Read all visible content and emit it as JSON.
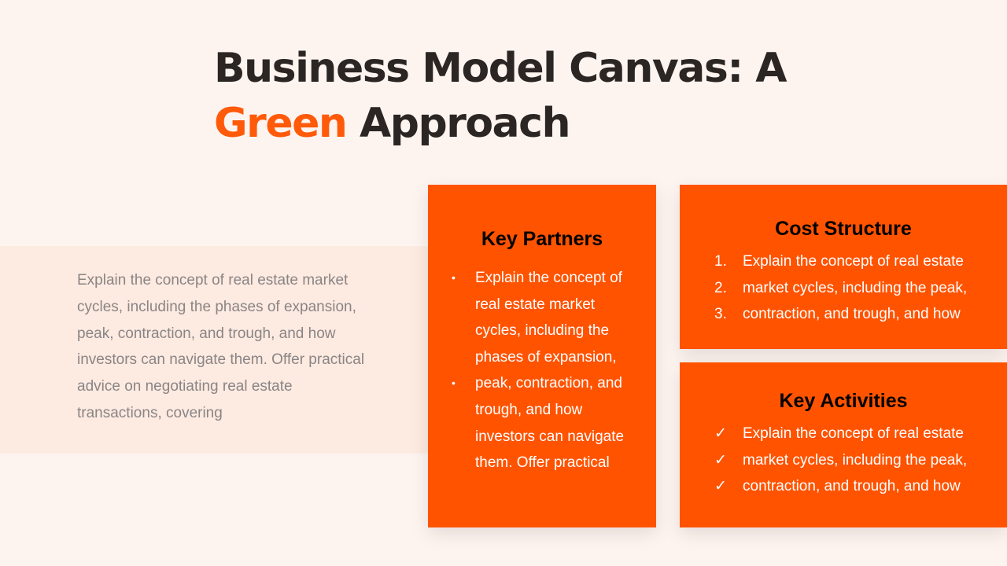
{
  "title": {
    "line1": "Business Model Canvas: A",
    "accent": "Green",
    "line2_rest": "Approach"
  },
  "intro": {
    "text": "Explain the concept of real estate market cycles, including the phases of expansion, peak, contraction, and trough, and how investors can navigate them. Offer practical advice on negotiating real estate transactions, covering"
  },
  "key_partners": {
    "title": "Key Partners",
    "bullet_glyph": "•",
    "items": [
      "Explain the concept of real estate market cycles, including the phases of expansion,",
      "peak, contraction, and trough, and how investors can navigate them. Offer practical"
    ]
  },
  "cost_structure": {
    "title": "Cost Structure",
    "items": [
      {
        "marker": "1.",
        "text": "Explain the concept of real estate"
      },
      {
        "marker": "2.",
        "text": "market cycles, including the peak,"
      },
      {
        "marker": "3.",
        "text": "contraction, and trough, and how"
      }
    ]
  },
  "key_activities": {
    "title": "Key Activities",
    "check_glyph": "✓",
    "items": [
      "Explain the concept of real estate",
      "market cycles, including the peak,",
      "contraction, and trough, and how"
    ]
  },
  "colors": {
    "accent": "#ff5300",
    "background": "#fdf4f0",
    "band": "#fdeae1",
    "title_text": "#2b2623",
    "body_text": "#8a8585"
  }
}
